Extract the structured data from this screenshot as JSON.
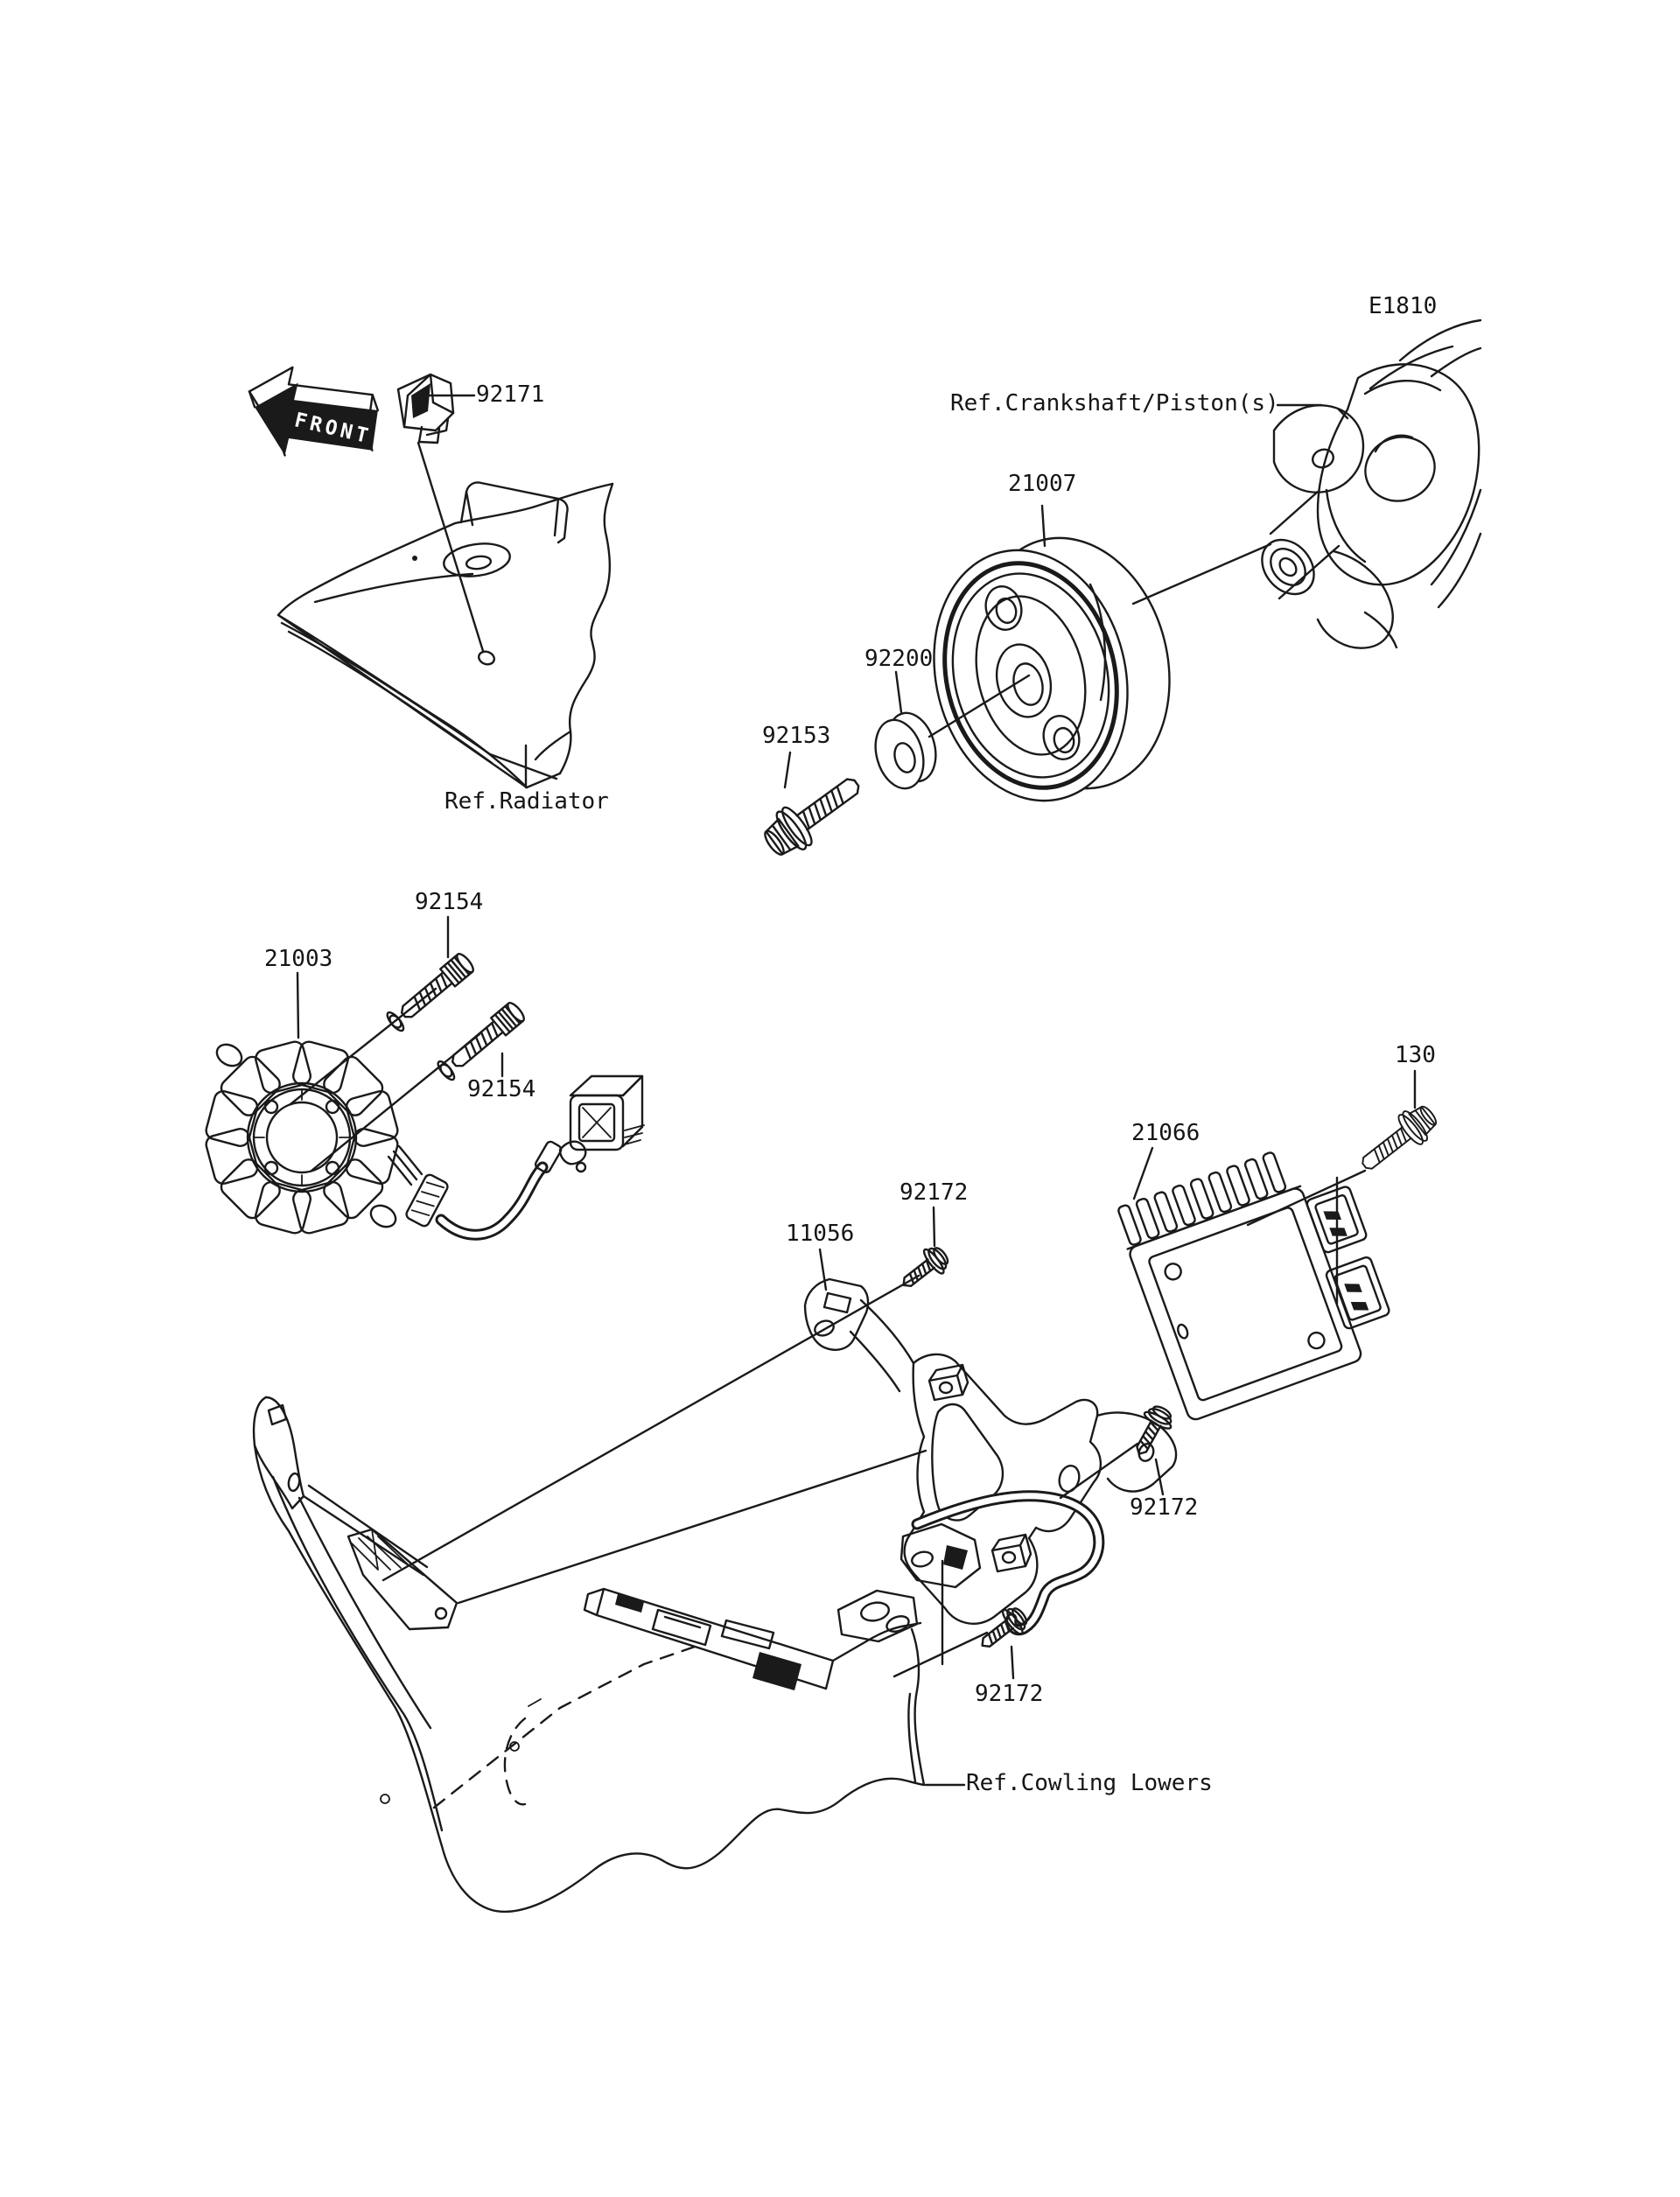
{
  "diagram": {
    "code": "E1810",
    "front_marker": "FRONT",
    "part_labels": {
      "p92171": "92171",
      "p21007": "21007",
      "p92200": "92200",
      "p92153": "92153",
      "p92154_upper": "92154",
      "p92154_lower": "92154",
      "p21003": "21003",
      "p11056": "11056",
      "p92172_top": "92172",
      "p92172_mid": "92172",
      "p92172_bottom": "92172",
      "p130": "130",
      "p21066": "21066"
    },
    "reference_labels": {
      "crankshaft": "Ref.Crankshaft/Piston(s)",
      "radiator": "Ref.Radiator",
      "cowling": "Ref.Cowling Lowers"
    }
  }
}
